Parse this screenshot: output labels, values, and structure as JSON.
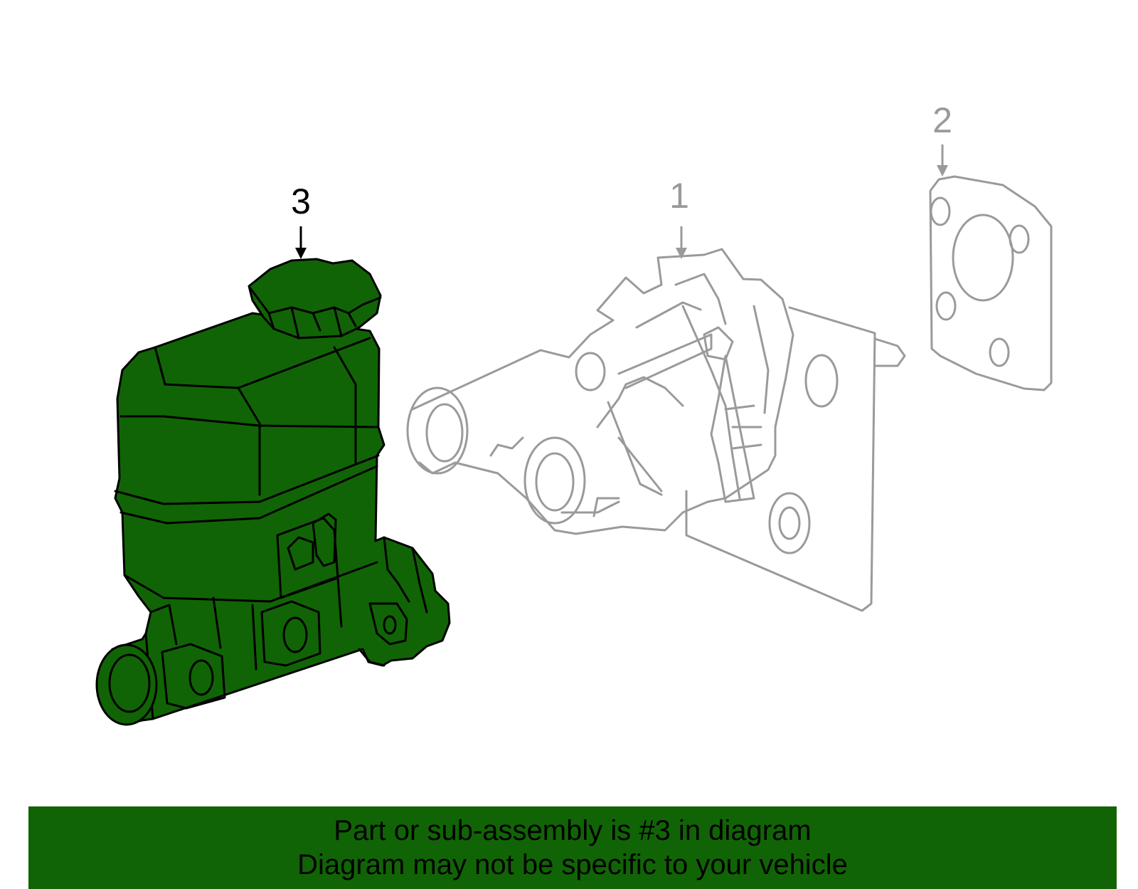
{
  "colors": {
    "highlight_fill": "#116405",
    "highlight_stroke": "#000000",
    "ghost_stroke": "#9a9a9a",
    "banner_bg": "#116405",
    "banner_text": "#000000"
  },
  "callouts": [
    {
      "number": "3",
      "part": "master-cylinder",
      "highlighted": true
    },
    {
      "number": "1",
      "part": "brake-booster",
      "highlighted": false
    },
    {
      "number": "2",
      "part": "gasket",
      "highlighted": false
    }
  ],
  "banner": {
    "line1": "Part or sub-assembly is #3 in diagram",
    "line2": "Diagram may not be specific to your vehicle"
  }
}
